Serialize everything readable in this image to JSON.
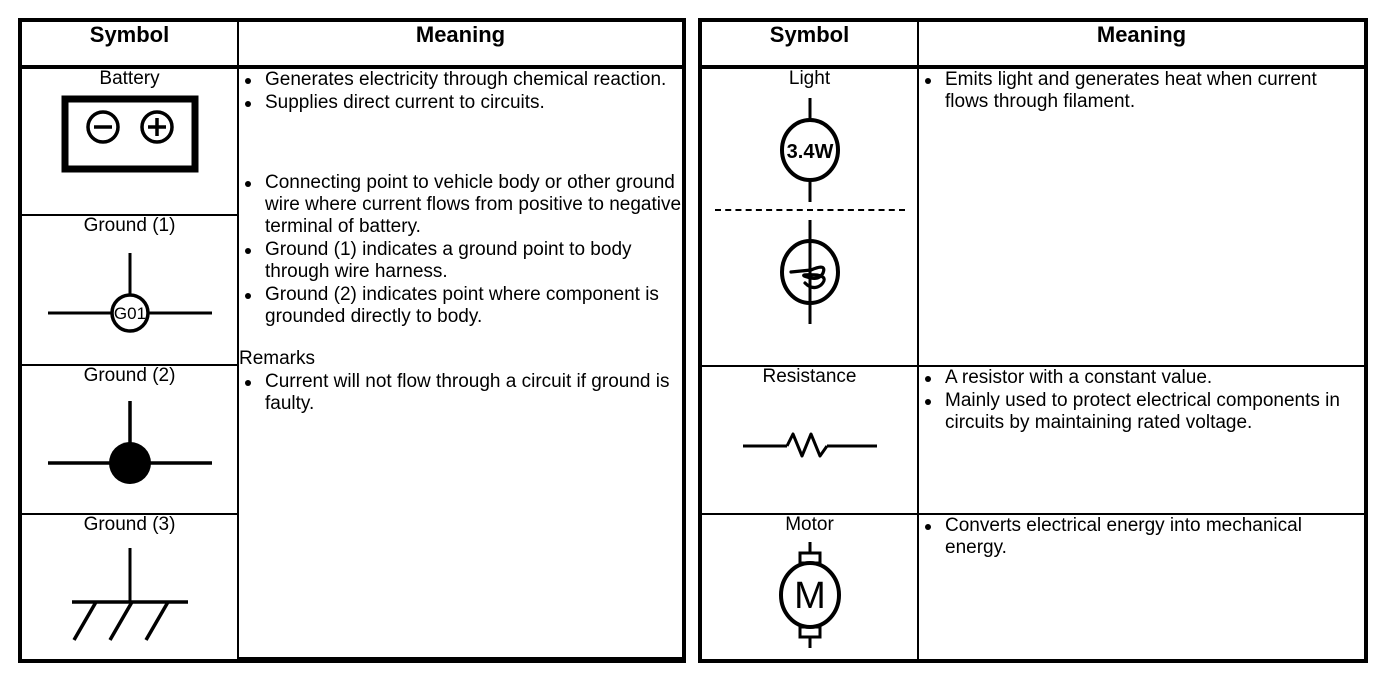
{
  "tables": [
    {
      "id": "left-table",
      "headers": {
        "symbol": "Symbol",
        "meaning": "Meaning"
      },
      "rows": [
        {
          "symbol_label": "Battery",
          "symbol_icon": "battery-icon",
          "bullets": [
            "Generates electricity through chemical reaction.",
            "Supplies direct current to circuits."
          ]
        },
        {
          "symbol_label": "Ground (1)",
          "symbol_icon": "ground-1-icon",
          "symbol_inner_text": "G01",
          "bullets": [
            "Connecting point to vehicle body or other ground wire where current flows from positive to negative terminal of battery.",
            "Ground (1) indicates a ground point to body through wire harness.",
            "Ground (2) indicates point where component is grounded directly to body."
          ],
          "remarks_heading": "Remarks",
          "remarks_bullets": [
            "Current will not flow through a circuit if ground is faulty."
          ]
        },
        {
          "symbol_label": "Ground (2)",
          "symbol_icon": "ground-2-icon"
        },
        {
          "symbol_label": "Ground (3)",
          "symbol_icon": "ground-3-icon"
        }
      ]
    },
    {
      "id": "right-table",
      "headers": {
        "symbol": "Symbol",
        "meaning": "Meaning"
      },
      "rows": [
        {
          "symbol_label": "Light",
          "symbol_icon": "lamp-icon",
          "symbol_inner_text": "3.4W",
          "symbol_icon_alt": "lamp-filament-icon",
          "separator": "dashed-separator",
          "bullets": [
            "Emits light and generates heat when current flows through filament."
          ]
        },
        {
          "symbol_label": "Resistance",
          "symbol_icon": "resistor-icon",
          "bullets": [
            "A resistor with a constant value.",
            "Mainly used to protect electrical components in circuits by maintaining rated voltage."
          ]
        },
        {
          "symbol_label": "Motor",
          "symbol_icon": "motor-icon",
          "symbol_inner_text": "M",
          "bullets": [
            "Converts electrical energy into mechanical energy."
          ]
        }
      ]
    }
  ]
}
